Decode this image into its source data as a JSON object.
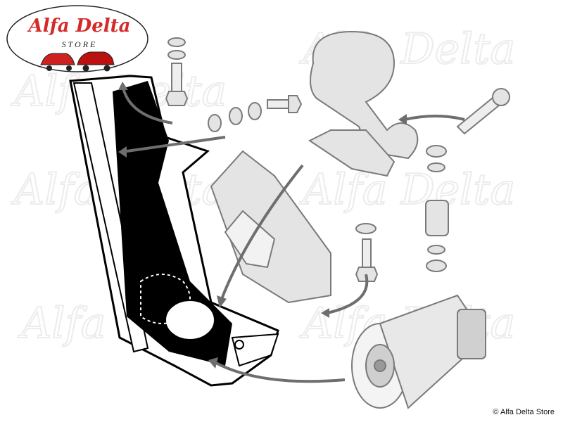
{
  "logo": {
    "brand": "Alfa Delta",
    "subtitle": "STORE",
    "brand_color": "#d42a2a"
  },
  "watermark": "Alfa Delta",
  "copyright": "© Alfa Delta Store",
  "parts": [
    {
      "name": "front-mount-bracket",
      "highlighted": true
    },
    {
      "name": "bracket-plate"
    },
    {
      "name": "clamp-band"
    },
    {
      "name": "starter-motor"
    },
    {
      "name": "bolt"
    },
    {
      "name": "nut"
    },
    {
      "name": "washer"
    },
    {
      "name": "rubber-mount"
    }
  ],
  "colors": {
    "part_outline": "#6e6e6e",
    "part_fill": "#d8d8d8",
    "highlight": "#000000"
  }
}
